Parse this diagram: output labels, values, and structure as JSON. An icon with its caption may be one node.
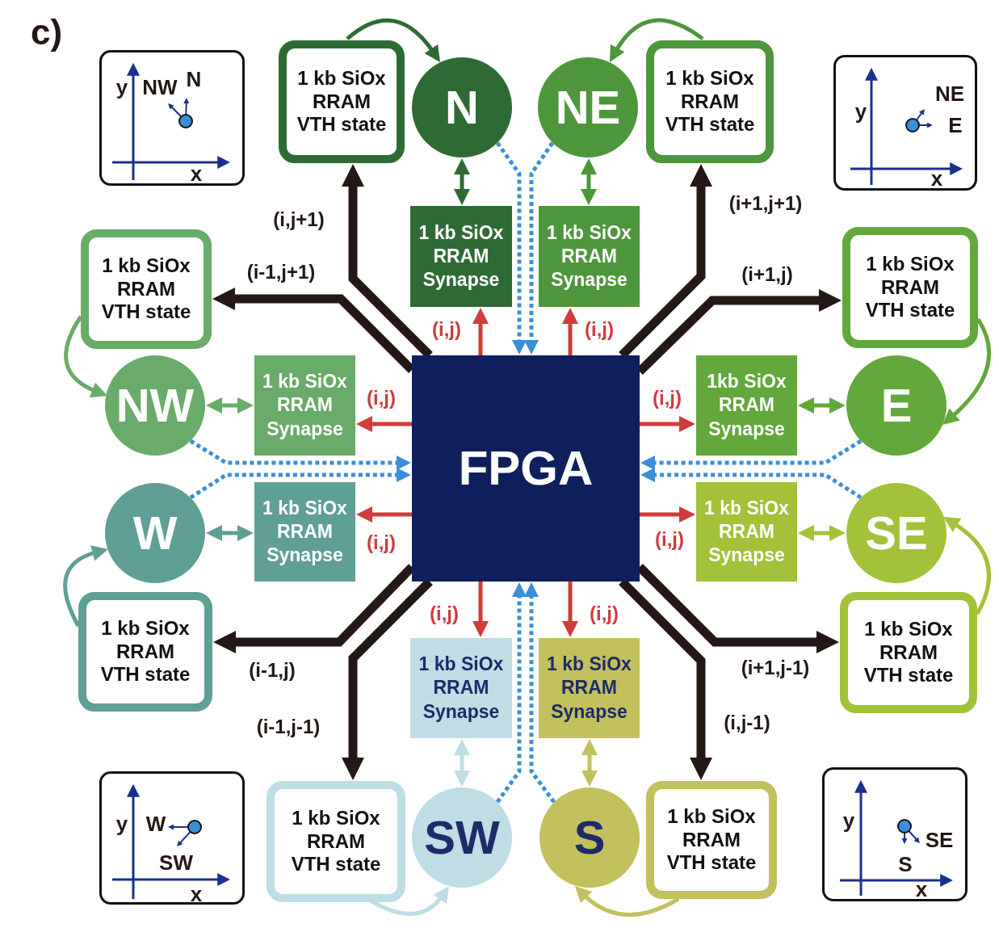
{
  "diagram": {
    "nodes": [
      {
        "text": [
          "y",
          "NW",
          "N",
          "x"
        ]
      },
      {
        "text": [
          "1 kb SiOx RRAM VTH state"
        ]
      },
      {
        "text": [
          "N"
        ]
      },
      {
        "text": [
          "NE"
        ]
      },
      {
        "text": [
          "1 kb SiOx RRAM VTH state"
        ]
      },
      {
        "text": [
          "NE",
          "y",
          "E",
          "x"
        ]
      },
      {
        "text": [
          "1 kb SiOx RRAM Synapse"
        ]
      },
      {
        "text": [
          "1 kb SiOx RRAM Synapse"
        ]
      },
      {
        "text": [
          "1 kb SiOx RRAM VTH state"
        ]
      },
      {
        "text": [
          "1 kb SiOx RRAM VTH state"
        ]
      },
      {
        "text": [
          "NW"
        ]
      },
      {
        "text": [
          "1 kb SiOx RRAM Synapse"
        ]
      },
      {
        "text": [
          "FPGA"
        ]
      },
      {
        "text": [
          "1kb SiOx RRAM Synapse"
        ]
      },
      {
        "text": [
          "E"
        ]
      },
      {
        "text": [
          "W"
        ]
      },
      {
        "text": [
          "1 kb SiOx RRAM Synapse"
        ]
      },
      {
        "text": [
          "1 kb SiOx RRAM Synapse"
        ]
      },
      {
        "text": [
          "SE"
        ]
      },
      {
        "text": [
          "1 kb SiOx RRAM VTH state"
        ]
      },
      {
        "text": [
          "1 kb SiOx RRAM Synapse"
        ]
      },
      {
        "text": [
          "1 kb SiOx RRAM Synapse"
        ]
      },
      {
        "text": [
          "1 kb SiOx RRAM VTH state"
        ]
      },
      {
        "text": [
          "y",
          "W",
          "SW",
          "x"
        ]
      },
      {
        "text": [
          "1 kb SiOx RRAM VTH state"
        ]
      },
      {
        "text": [
          "SW"
        ]
      },
      {
        "text": [
          "S"
        ]
      },
      {
        "text": [
          "1 kb SiOx RRAM VTH state"
        ]
      },
      {
        "text": [
          "y",
          "SE",
          "S",
          "x"
        ]
      }
    ],
    "edges": [
      {
        "from": 12,
        "to": 1,
        "arrow": "to",
        "label": "(i,j+1)",
        "style": "thick",
        "color": "#231815"
      },
      {
        "from": 12,
        "to": 8,
        "arrow": "to",
        "label": "(i-1,j+1)",
        "style": "thick",
        "color": "#231815"
      },
      {
        "from": 12,
        "to": 4,
        "arrow": "to",
        "label": "(i+1,j+1)",
        "style": "thick",
        "color": "#231815"
      },
      {
        "from": 12,
        "to": 9,
        "arrow": "to",
        "label": "(i+1,j)",
        "style": "thick",
        "color": "#231815"
      },
      {
        "from": 12,
        "to": 19,
        "arrow": "to",
        "label": "(i-1,j)",
        "style": "thick",
        "color": "#231815"
      },
      {
        "from": 12,
        "to": 22,
        "arrow": "to",
        "label": "(i+1,j-1)",
        "style": "thick",
        "color": "#231815"
      },
      {
        "from": 12,
        "to": 24,
        "arrow": "to",
        "label": "(i-1,j-1)",
        "style": "thick",
        "color": "#231815"
      },
      {
        "from": 12,
        "to": 27,
        "arrow": "to",
        "label": "(i,j-1)",
        "style": "thick",
        "color": "#231815"
      },
      {
        "from": 12,
        "to": 6,
        "arrow": "to",
        "label": "(i,j)",
        "color": "#d13b3b"
      },
      {
        "from": 12,
        "to": 7,
        "arrow": "to",
        "label": "(i,j)",
        "color": "#d13b3b"
      },
      {
        "from": 12,
        "to": 11,
        "arrow": "to",
        "label": "(i,j)",
        "color": "#d13b3b"
      },
      {
        "from": 12,
        "to": 13,
        "arrow": "to",
        "label": "(i,j)",
        "color": "#d13b3b"
      },
      {
        "from": 12,
        "to": 16,
        "arrow": "to",
        "label": "(i,j)",
        "color": "#d13b3b"
      },
      {
        "from": 12,
        "to": 17,
        "arrow": "to",
        "label": "(i,j)",
        "color": "#d13b3b"
      },
      {
        "from": 12,
        "to": 20,
        "arrow": "to",
        "label": "(i,j)",
        "color": "#d13b3b"
      },
      {
        "from": 12,
        "to": 21,
        "arrow": "to",
        "label": "(i,j)",
        "color": "#d13b3b"
      },
      {
        "from": 6,
        "to": 2,
        "arrow": "both",
        "color": "#2e6b34"
      },
      {
        "from": 7,
        "to": 3,
        "arrow": "both",
        "color": "#4e963c"
      },
      {
        "from": 11,
        "to": 10,
        "arrow": "both",
        "color": "#69ab68"
      },
      {
        "from": 13,
        "to": 14,
        "arrow": "both",
        "color": "#62a83c"
      },
      {
        "from": 16,
        "to": 15,
        "arrow": "both",
        "color": "#5f9f95"
      },
      {
        "from": 17,
        "to": 18,
        "arrow": "both",
        "color": "#a3c23a"
      },
      {
        "from": 20,
        "to": 25,
        "arrow": "both",
        "color": "#bfdde5"
      },
      {
        "from": 21,
        "to": 26,
        "arrow": "both",
        "color": "#c3c05e"
      },
      {
        "from": 2,
        "to": 12,
        "arrow": "to",
        "style": "dashed",
        "color": "#3a8fd8"
      },
      {
        "from": 3,
        "to": 12,
        "arrow": "to",
        "style": "dashed",
        "color": "#3a8fd8"
      },
      {
        "from": 10,
        "to": 12,
        "arrow": "to",
        "style": "dashed",
        "color": "#3a8fd8"
      },
      {
        "from": 15,
        "to": 12,
        "arrow": "to",
        "style": "dashed",
        "color": "#3a8fd8"
      },
      {
        "from": 14,
        "to": 12,
        "arrow": "to",
        "style": "dashed",
        "color": "#3a8fd8"
      },
      {
        "from": 18,
        "to": 12,
        "arrow": "to",
        "style": "dashed",
        "color": "#3a8fd8"
      },
      {
        "from": 25,
        "to": 12,
        "arrow": "to",
        "style": "dashed",
        "color": "#3a8fd8"
      },
      {
        "from": 26,
        "to": 12,
        "arrow": "to",
        "style": "dashed",
        "color": "#3a8fd8"
      },
      {
        "from": 1,
        "to": 2,
        "arrow": "to",
        "color": "#2e6b34"
      },
      {
        "from": 4,
        "to": 3,
        "arrow": "to",
        "color": "#4e963c"
      },
      {
        "from": 8,
        "to": 10,
        "arrow": "to",
        "color": "#69ab68"
      },
      {
        "from": 9,
        "to": 14,
        "arrow": "to",
        "color": "#62a83c"
      },
      {
        "from": 19,
        "to": 15,
        "arrow": "to",
        "color": "#5f9f95"
      },
      {
        "from": 22,
        "to": 18,
        "arrow": "to",
        "color": "#a3c23a"
      },
      {
        "from": 24,
        "to": 25,
        "arrow": "to",
        "color": "#bfdde5"
      },
      {
        "from": 27,
        "to": 26,
        "arrow": "to",
        "color": "#c3c05e"
      }
    ],
    "labels": [
      "c)"
    ]
  }
}
